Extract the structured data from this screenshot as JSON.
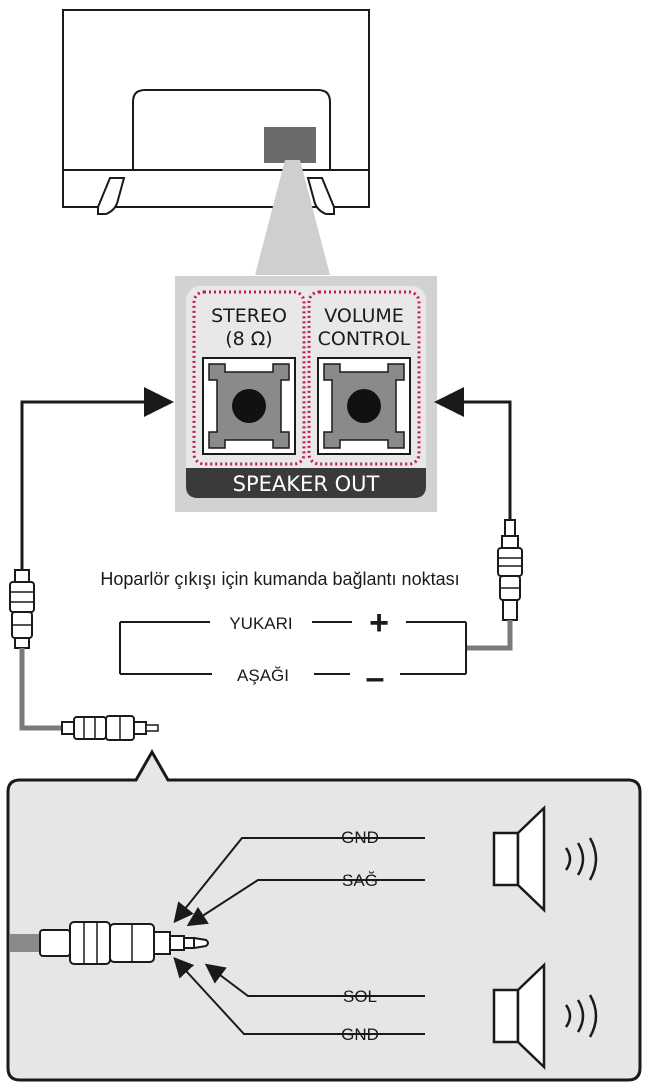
{
  "ports": {
    "stereo_line1": "STEREO",
    "stereo_line2": "(8 Ω)",
    "volume_line1": "VOLUME",
    "volume_line2": "CONTROL",
    "speaker_out": "SPEAKER OUT"
  },
  "control": {
    "caption": "Hoparlör çıkışı için kumanda bağlantı noktası",
    "up_label": "YUKARI",
    "up_sign": "+",
    "down_label": "AŞAĞI",
    "down_sign": "–"
  },
  "wiring": {
    "gnd_top": "GND",
    "right": "SAĞ",
    "left": "SOL",
    "gnd_bottom": "GND"
  },
  "colors": {
    "panel_gray": "#d4d4d4",
    "port_gray": "#8a8a8a",
    "dotted_magenta": "#c2185b",
    "cable_gray": "#7a7a7a",
    "outline": "#1a1a1a"
  }
}
